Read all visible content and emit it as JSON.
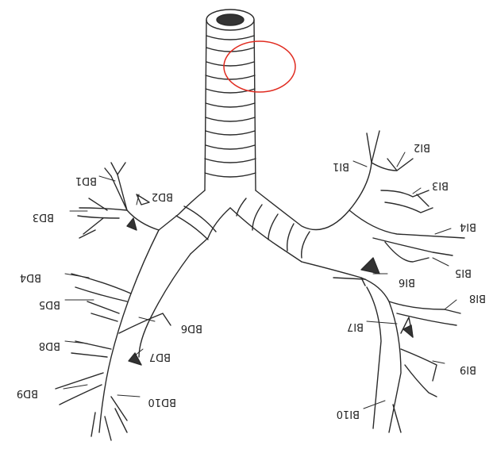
{
  "labels": {
    "bd1": "BD1",
    "bd2": "BD2",
    "bd3": "BD3",
    "bd4": "BD4",
    "bd5": "BD5",
    "bd6": "BD6",
    "bd7": "BD7",
    "bd8": "BD8",
    "bd9": "BD9",
    "bd10": "BD10",
    "bi1": "BI1",
    "bi2": "BI2",
    "bi3": "BI3",
    "bi4": "BI4",
    "bi5": "BI5",
    "bi6": "BI6",
    "bi7": "BI7",
    "bi8": "BI8",
    "bi9": "BI9",
    "bi10": "BI10"
  },
  "colors": {
    "line": "#2a2a2a",
    "highlight": "#e02b20",
    "background": "#ffffff"
  }
}
